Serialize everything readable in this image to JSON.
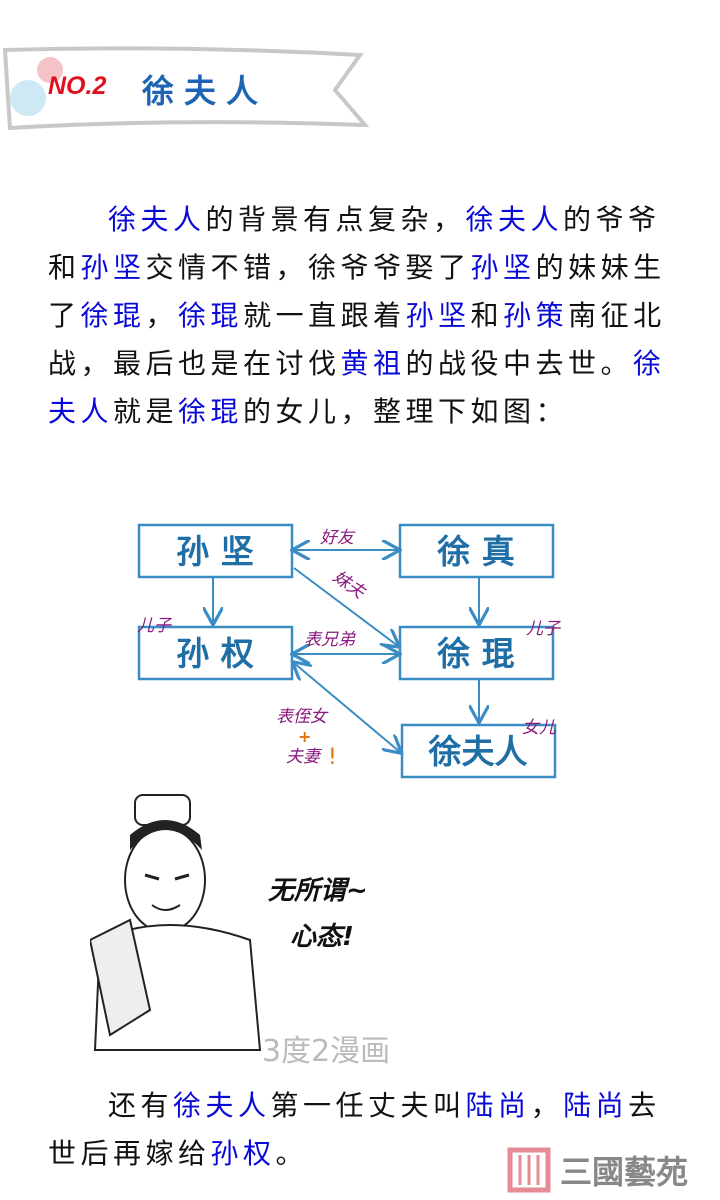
{
  "header": {
    "number": "NO.2",
    "title": "徐夫人"
  },
  "paragraphs": [
    [
      {
        "t": "徐夫人",
        "h": 1
      },
      {
        "t": "的背景有点复杂，",
        "h": 0
      },
      {
        "t": "徐夫人",
        "h": 1
      },
      {
        "t": "的爷爷和",
        "h": 0
      },
      {
        "t": "孙坚",
        "h": 1
      },
      {
        "t": "交情不错，徐爷爷娶了",
        "h": 0
      },
      {
        "t": "孙坚",
        "h": 1
      },
      {
        "t": "的妹妹生了",
        "h": 0
      },
      {
        "t": "徐琨",
        "h": 1
      },
      {
        "t": "，",
        "h": 0
      },
      {
        "t": "徐琨",
        "h": 1
      },
      {
        "t": "就一直跟着",
        "h": 0
      },
      {
        "t": "孙坚",
        "h": 1
      },
      {
        "t": "和",
        "h": 0
      },
      {
        "t": "孙策",
        "h": 1
      },
      {
        "t": "南征北战，最后也是在讨伐",
        "h": 0
      },
      {
        "t": "黄祖",
        "h": 1
      },
      {
        "t": "的战役中去世。",
        "h": 0
      },
      {
        "t": "徐夫人",
        "h": 1
      },
      {
        "t": "就是",
        "h": 0
      },
      {
        "t": "徐琨",
        "h": 1
      },
      {
        "t": "的女儿，整理下如图：",
        "h": 0
      }
    ],
    [
      {
        "t": "还有",
        "h": 0
      },
      {
        "t": "徐夫人",
        "h": 1
      },
      {
        "t": "第一任丈夫叫",
        "h": 0
      },
      {
        "t": "陆尚",
        "h": 1
      },
      {
        "t": "，",
        "h": 0
      },
      {
        "t": "陆尚",
        "h": 1
      },
      {
        "t": "去世后再嫁给",
        "h": 0
      },
      {
        "t": "孙权",
        "h": 1
      },
      {
        "t": "。",
        "h": 0
      }
    ]
  ],
  "diagram": {
    "nodes": {
      "sun_jian": "孙 坚",
      "xu_zhen": "徐 真",
      "sun_quan": "孙 权",
      "xu_kun": "徐 琨",
      "xu_furen": "徐夫人"
    },
    "relations": {
      "friends": "好友",
      "brother_in_law": "妹夫",
      "cousins": "表兄弟",
      "niece": "表侄女",
      "plus": "+",
      "spouse": "夫妻",
      "exclaim": "!",
      "son1": "儿子",
      "son2": "儿子",
      "daughter": "女儿"
    }
  },
  "illustration": {
    "speech_line1": "无所谓~",
    "speech_line2": "心态!"
  },
  "watermark": "3度2漫画",
  "logo_text": "三國藝苑"
}
